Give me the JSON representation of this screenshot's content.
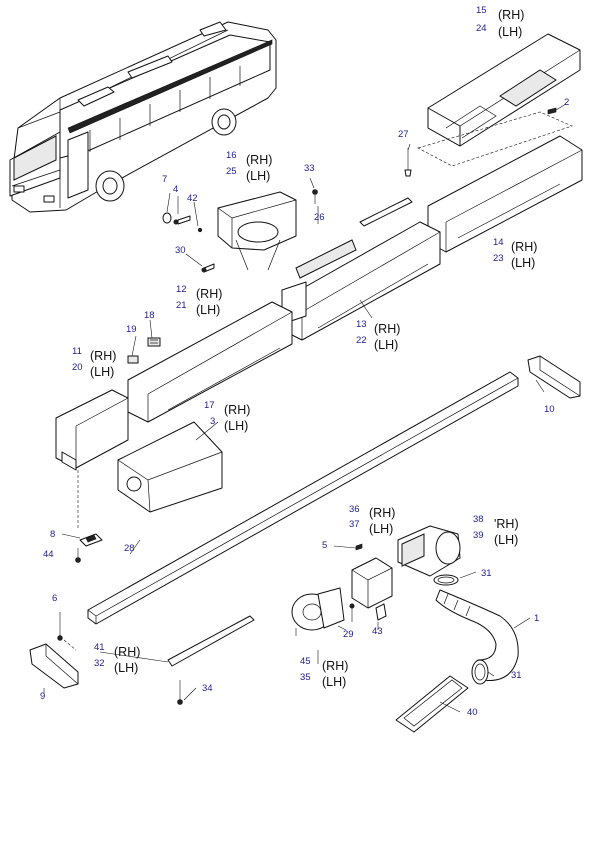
{
  "callouts": [
    {
      "id": "n15",
      "text": "15"
    },
    {
      "id": "n24",
      "text": "24"
    },
    {
      "id": "n2",
      "text": "2"
    },
    {
      "id": "n27",
      "text": "27"
    },
    {
      "id": "n16",
      "text": "16"
    },
    {
      "id": "n25",
      "text": "25"
    },
    {
      "id": "n33",
      "text": "33"
    },
    {
      "id": "n26",
      "text": "26"
    },
    {
      "id": "n7",
      "text": "7"
    },
    {
      "id": "n4",
      "text": "4"
    },
    {
      "id": "n42",
      "text": "42"
    },
    {
      "id": "n30",
      "text": "30"
    },
    {
      "id": "n14",
      "text": "14"
    },
    {
      "id": "n23",
      "text": "23"
    },
    {
      "id": "n12",
      "text": "12"
    },
    {
      "id": "n21",
      "text": "21"
    },
    {
      "id": "n18",
      "text": "18"
    },
    {
      "id": "n19",
      "text": "19"
    },
    {
      "id": "n13",
      "text": "13"
    },
    {
      "id": "n22",
      "text": "22"
    },
    {
      "id": "n11",
      "text": "11"
    },
    {
      "id": "n20",
      "text": "20"
    },
    {
      "id": "n10",
      "text": "10"
    },
    {
      "id": "n17",
      "text": "17"
    },
    {
      "id": "n3",
      "text": "3"
    },
    {
      "id": "n8",
      "text": "8"
    },
    {
      "id": "n44",
      "text": "44"
    },
    {
      "id": "n28",
      "text": "28"
    },
    {
      "id": "n36",
      "text": "36"
    },
    {
      "id": "n37",
      "text": "37"
    },
    {
      "id": "n38",
      "text": "38"
    },
    {
      "id": "n39",
      "text": "39"
    },
    {
      "id": "n5",
      "text": "5"
    },
    {
      "id": "n31a",
      "text": "31"
    },
    {
      "id": "n6",
      "text": "6"
    },
    {
      "id": "n1",
      "text": "1"
    },
    {
      "id": "n29",
      "text": "29"
    },
    {
      "id": "n43",
      "text": "43"
    },
    {
      "id": "n41",
      "text": "41"
    },
    {
      "id": "n32",
      "text": "32"
    },
    {
      "id": "n45",
      "text": "45"
    },
    {
      "id": "n35",
      "text": "35"
    },
    {
      "id": "n31b",
      "text": "31"
    },
    {
      "id": "n9",
      "text": "9"
    },
    {
      "id": "n34",
      "text": "34"
    },
    {
      "id": "n40",
      "text": "40"
    }
  ],
  "side_labels": [
    {
      "id": "s15rh",
      "text": "(RH)"
    },
    {
      "id": "s24lh",
      "text": "(LH)"
    },
    {
      "id": "s16rh",
      "text": "(RH)"
    },
    {
      "id": "s25lh",
      "text": "(LH)"
    },
    {
      "id": "s14rh",
      "text": "(RH)"
    },
    {
      "id": "s23lh",
      "text": "(LH)"
    },
    {
      "id": "s12rh",
      "text": "(RH)"
    },
    {
      "id": "s21lh",
      "text": "(LH)"
    },
    {
      "id": "s13rh",
      "text": "(RH)"
    },
    {
      "id": "s22lh",
      "text": "(LH)"
    },
    {
      "id": "s11rh",
      "text": "(RH)"
    },
    {
      "id": "s20lh",
      "text": "(LH)"
    },
    {
      "id": "s17rh",
      "text": "(RH)"
    },
    {
      "id": "s3lh",
      "text": "(LH)"
    },
    {
      "id": "s36rh",
      "text": "(RH)"
    },
    {
      "id": "s37lh",
      "text": "(LH)"
    },
    {
      "id": "s38rh",
      "text": "'RH)"
    },
    {
      "id": "s39lh",
      "text": "(LH)"
    },
    {
      "id": "s41rh",
      "text": "(RH)"
    },
    {
      "id": "s32lh",
      "text": "(LH)"
    },
    {
      "id": "s45rh",
      "text": "(RH)"
    },
    {
      "id": "s35lh",
      "text": "(LH)"
    }
  ],
  "colors": {
    "callout_number": "#1e1e8c",
    "line_art": "#111111",
    "background": "#ffffff"
  }
}
